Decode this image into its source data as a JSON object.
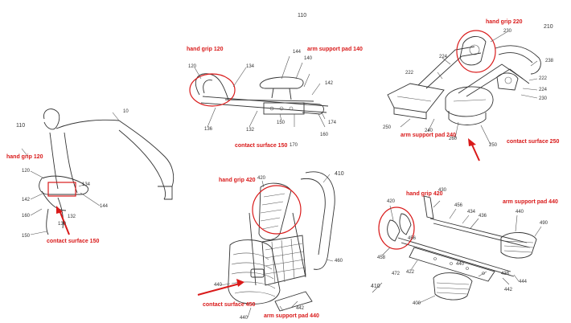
{
  "panels": [
    {
      "fig_number": "110",
      "labels": [
        "hand grip 120",
        "contact surface 150"
      ],
      "numbers": [
        "10",
        "120",
        "134",
        "142",
        "144",
        "160",
        "130",
        "132",
        "150"
      ]
    },
    {
      "fig_number": "110",
      "labels": [
        "hand grip 120",
        "arm support pad 140",
        "contact surface 150"
      ],
      "numbers": [
        "144",
        "140",
        "120",
        "134",
        "142",
        "136",
        "132",
        "150",
        "170",
        "174",
        "160"
      ]
    },
    {
      "fig_number": "210",
      "labels": [
        "hand grip 220",
        "arm support pad 240",
        "contact surface 250"
      ],
      "numbers": [
        "230",
        "224",
        "222",
        "238",
        "222",
        "224",
        "230",
        "250",
        "240",
        "260",
        "250"
      ]
    },
    {
      "fig_number": "410",
      "labels": [
        "hand grip 420",
        "contact surface 450",
        "arm support pad 440"
      ],
      "numbers": [
        "420",
        "440",
        "442",
        "440",
        "460"
      ]
    },
    {
      "fig_number": "410",
      "labels": [
        "hand grip 420",
        "arm support pad 440"
      ],
      "numbers": [
        "420",
        "430",
        "456",
        "434",
        "436",
        "440",
        "490",
        "458",
        "456",
        "472",
        "422",
        "440",
        "444",
        "438",
        "442",
        "400"
      ]
    }
  ]
}
